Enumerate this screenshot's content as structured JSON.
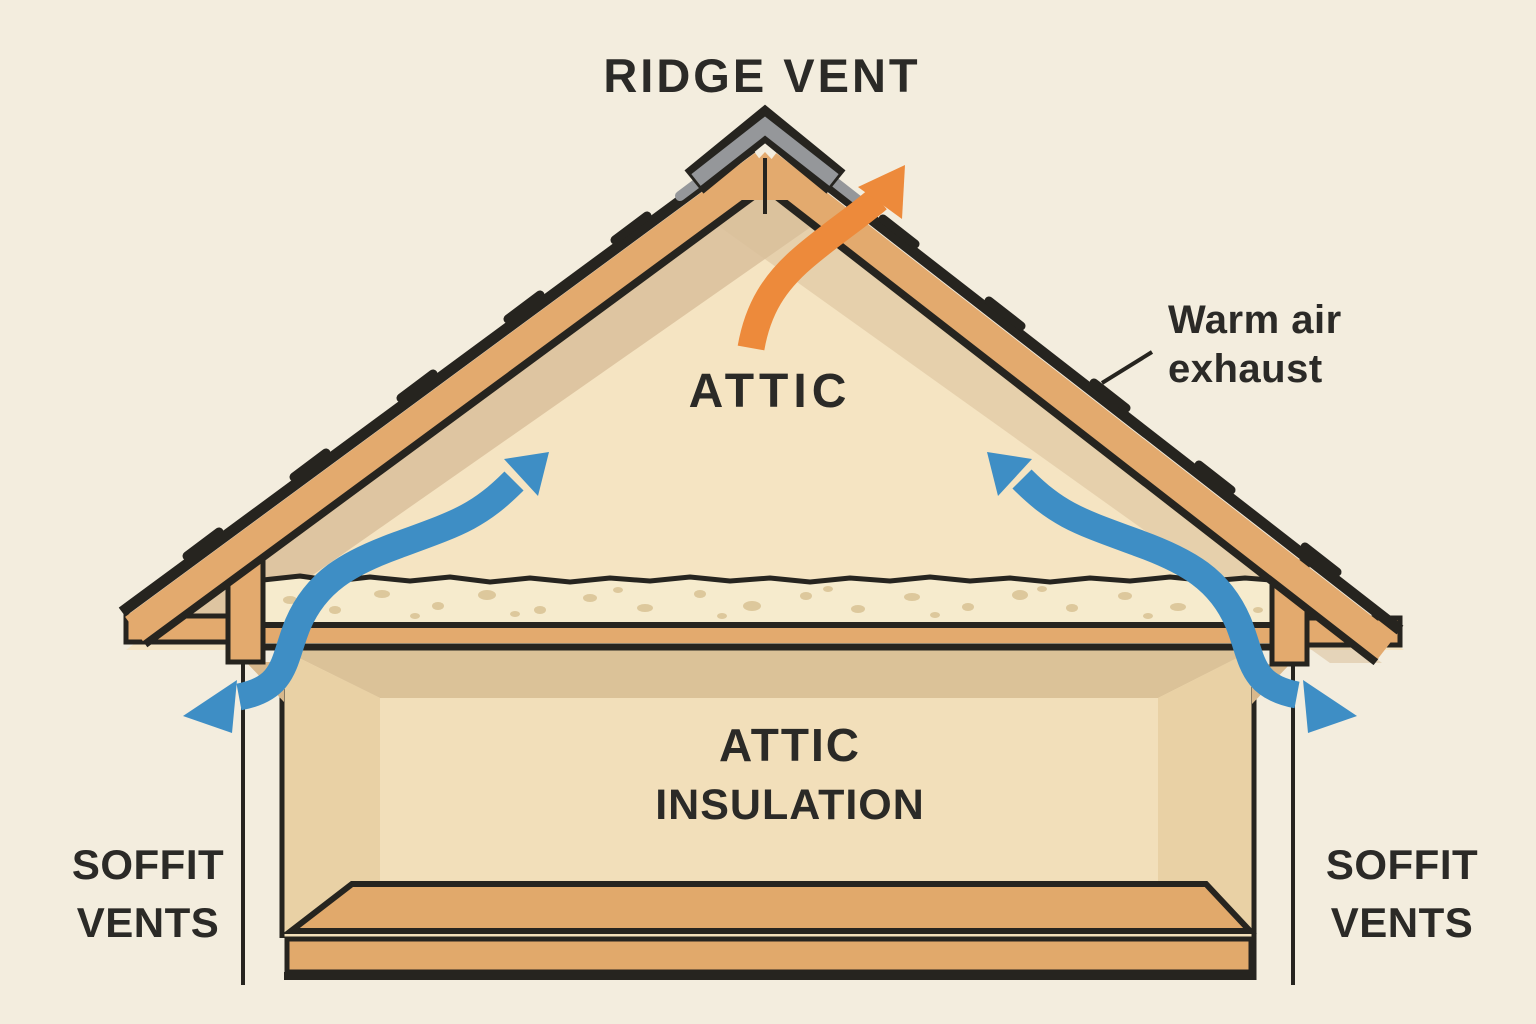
{
  "title": "RIDGE VENT",
  "labels": {
    "attic": "ATTIC",
    "warm_air_line1": "Warm air",
    "warm_air_line2": "exhaust",
    "insulation_line1": "ATTIC",
    "insulation_line2": "INSULATION",
    "soffit_left_line1": "SOFFIT",
    "soffit_left_line2": "VENTS",
    "soffit_right_line1": "SOFFIT",
    "soffit_right_line2": "VENTS"
  },
  "colors": {
    "background": "#f3edde",
    "outline": "#26241f",
    "text": "#2b2a27",
    "wood": "#e3aa6e",
    "attic": "#f5e4c2",
    "insulation": "#f6ebcd",
    "speckle": "#ddc89c",
    "room_back": "#f2dfba",
    "room_side": "#e9d1a5",
    "room_ceiling": "#dbc298",
    "floor": "#e1a96b",
    "ridge_cap": "#95979a",
    "shadow_band": "#d9bf9b",
    "wedge": "#d8b88c",
    "blue_arrow": "#3e8ec5",
    "orange_arrow": "#ed8a3b"
  }
}
